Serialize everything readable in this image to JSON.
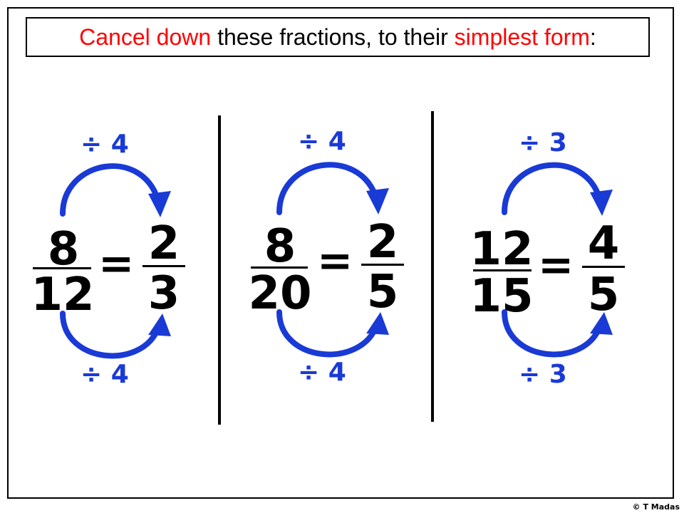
{
  "title": {
    "part1": "Cancel down",
    "part2": " these fractions, to their ",
    "part3": "simplest form",
    "part4": ":"
  },
  "problems": [
    {
      "top_op": "÷ 4",
      "bottom_op": "÷ 4",
      "num": "8",
      "den": "12",
      "ans_num": "2",
      "ans_den": "3",
      "equals": "="
    },
    {
      "top_op": "÷ 4",
      "bottom_op": "÷ 4",
      "num": "8",
      "den": "20",
      "ans_num": "2",
      "ans_den": "5",
      "equals": "="
    },
    {
      "top_op": "÷ 3",
      "bottom_op": "÷ 3",
      "num": "12",
      "den": "15",
      "ans_num": "4",
      "ans_den": "5",
      "equals": "="
    }
  ],
  "copyright": "© T Madas",
  "colors": {
    "highlight": "#ff0000",
    "arrow": "#1a3ad6"
  }
}
